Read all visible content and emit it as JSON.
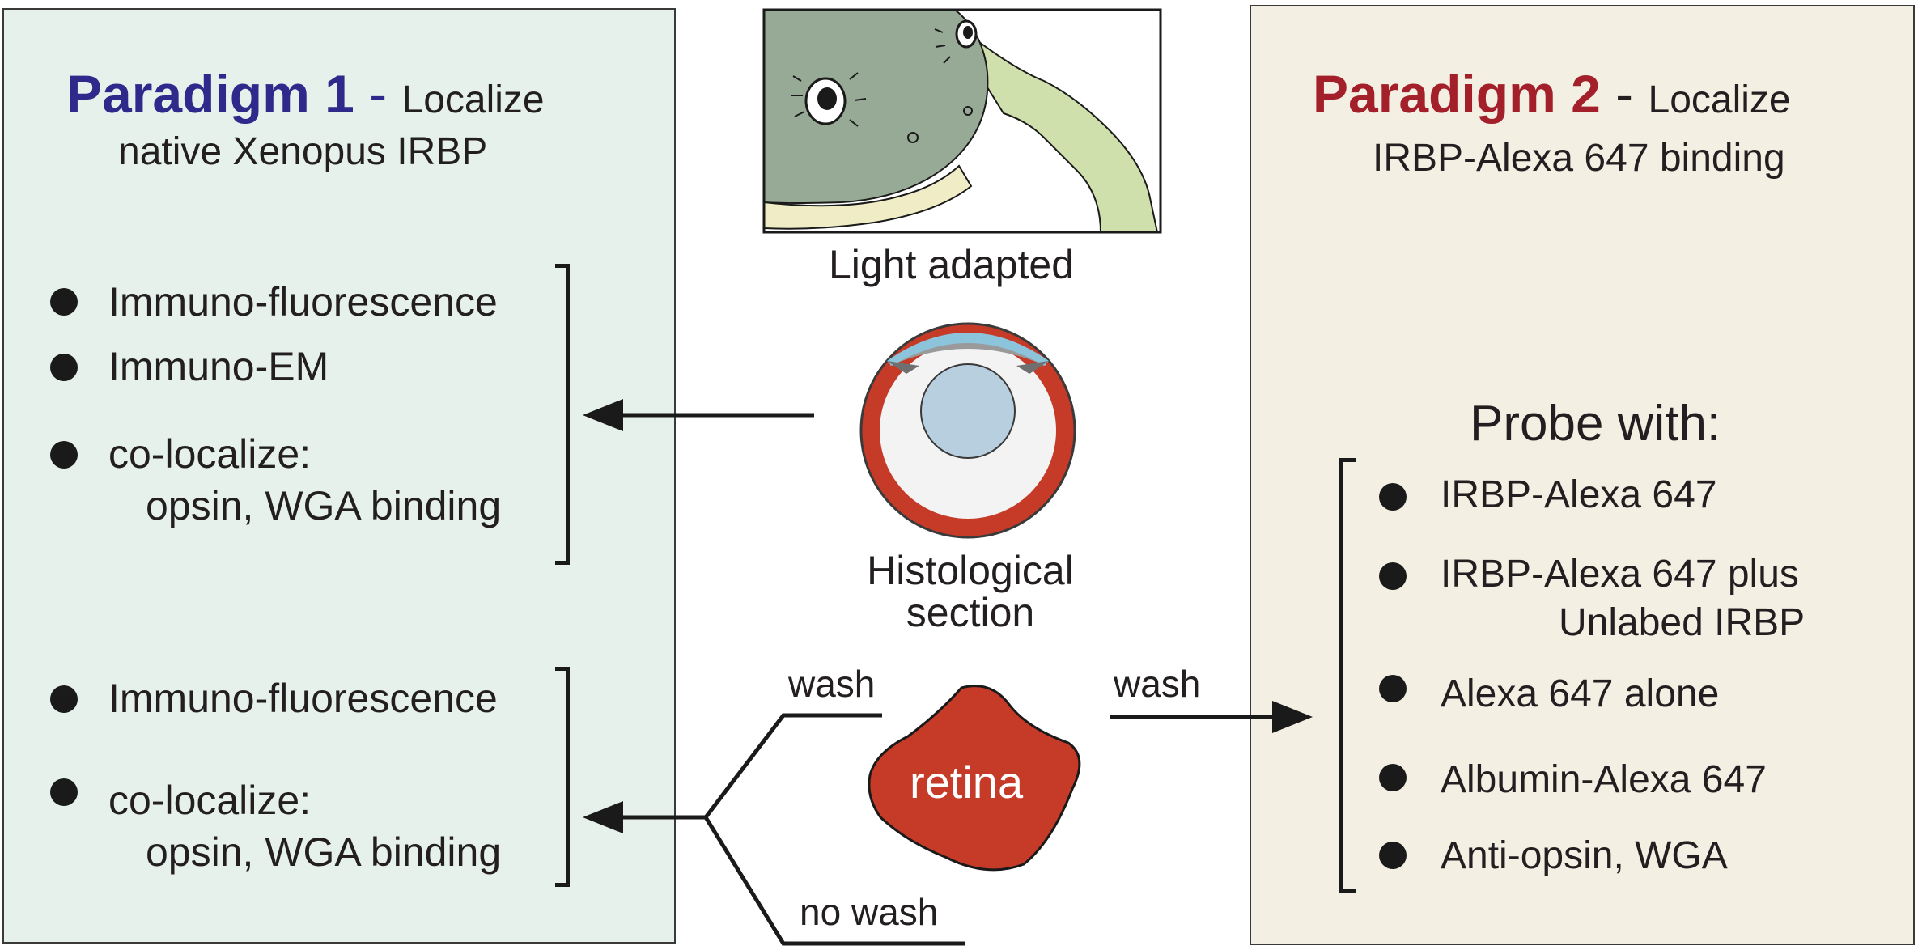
{
  "left_panel": {
    "title_bold": "Paradigm 1",
    "title_dash": "-",
    "title_rest": "Localize",
    "subtitle": "native Xenopus IRBP",
    "group1": {
      "item1": "Immuno-fluorescence",
      "item2": "Immuno-EM",
      "item3_line1": "co-localize:",
      "item3_line2": "opsin, WGA binding"
    },
    "group2": {
      "item1": "Immuno-fluorescence",
      "item2_line1": "co-localize:",
      "item2_line2": "opsin, WGA binding"
    }
  },
  "right_panel": {
    "title_bold": "Paradigm 2",
    "title_dash": "-",
    "title_rest": "Localize",
    "subtitle": "IRBP-Alexa 647 binding",
    "probe_heading": "Probe with:",
    "items": [
      "IRBP-Alexa 647",
      "IRBP-Alexa 647  plus",
      "Unlabed IRBP",
      "Alexa 647 alone",
      "Albumin-Alexa 647",
      "Anti-opsin,  WGA"
    ]
  },
  "center": {
    "frog_caption": "Light adapted",
    "eye_caption_line1": "Histological",
    "eye_caption_line2": "section",
    "retina_label": "retina",
    "wash_left": "wash",
    "no_wash": "no wash",
    "wash_right": "wash"
  },
  "colors": {
    "paradigm1_title": "#2e2a8c",
    "paradigm2_title": "#a3202a",
    "left_panel_bg": "#e6f1ec",
    "right_panel_bg": "#f3efe3",
    "retina_red": "#c63a28",
    "lens_blue": "#b8cfe0",
    "cornea_blue": "#8cc4dc",
    "frog_green": "#97aa96",
    "frog_limb": "#cfe0ad"
  }
}
